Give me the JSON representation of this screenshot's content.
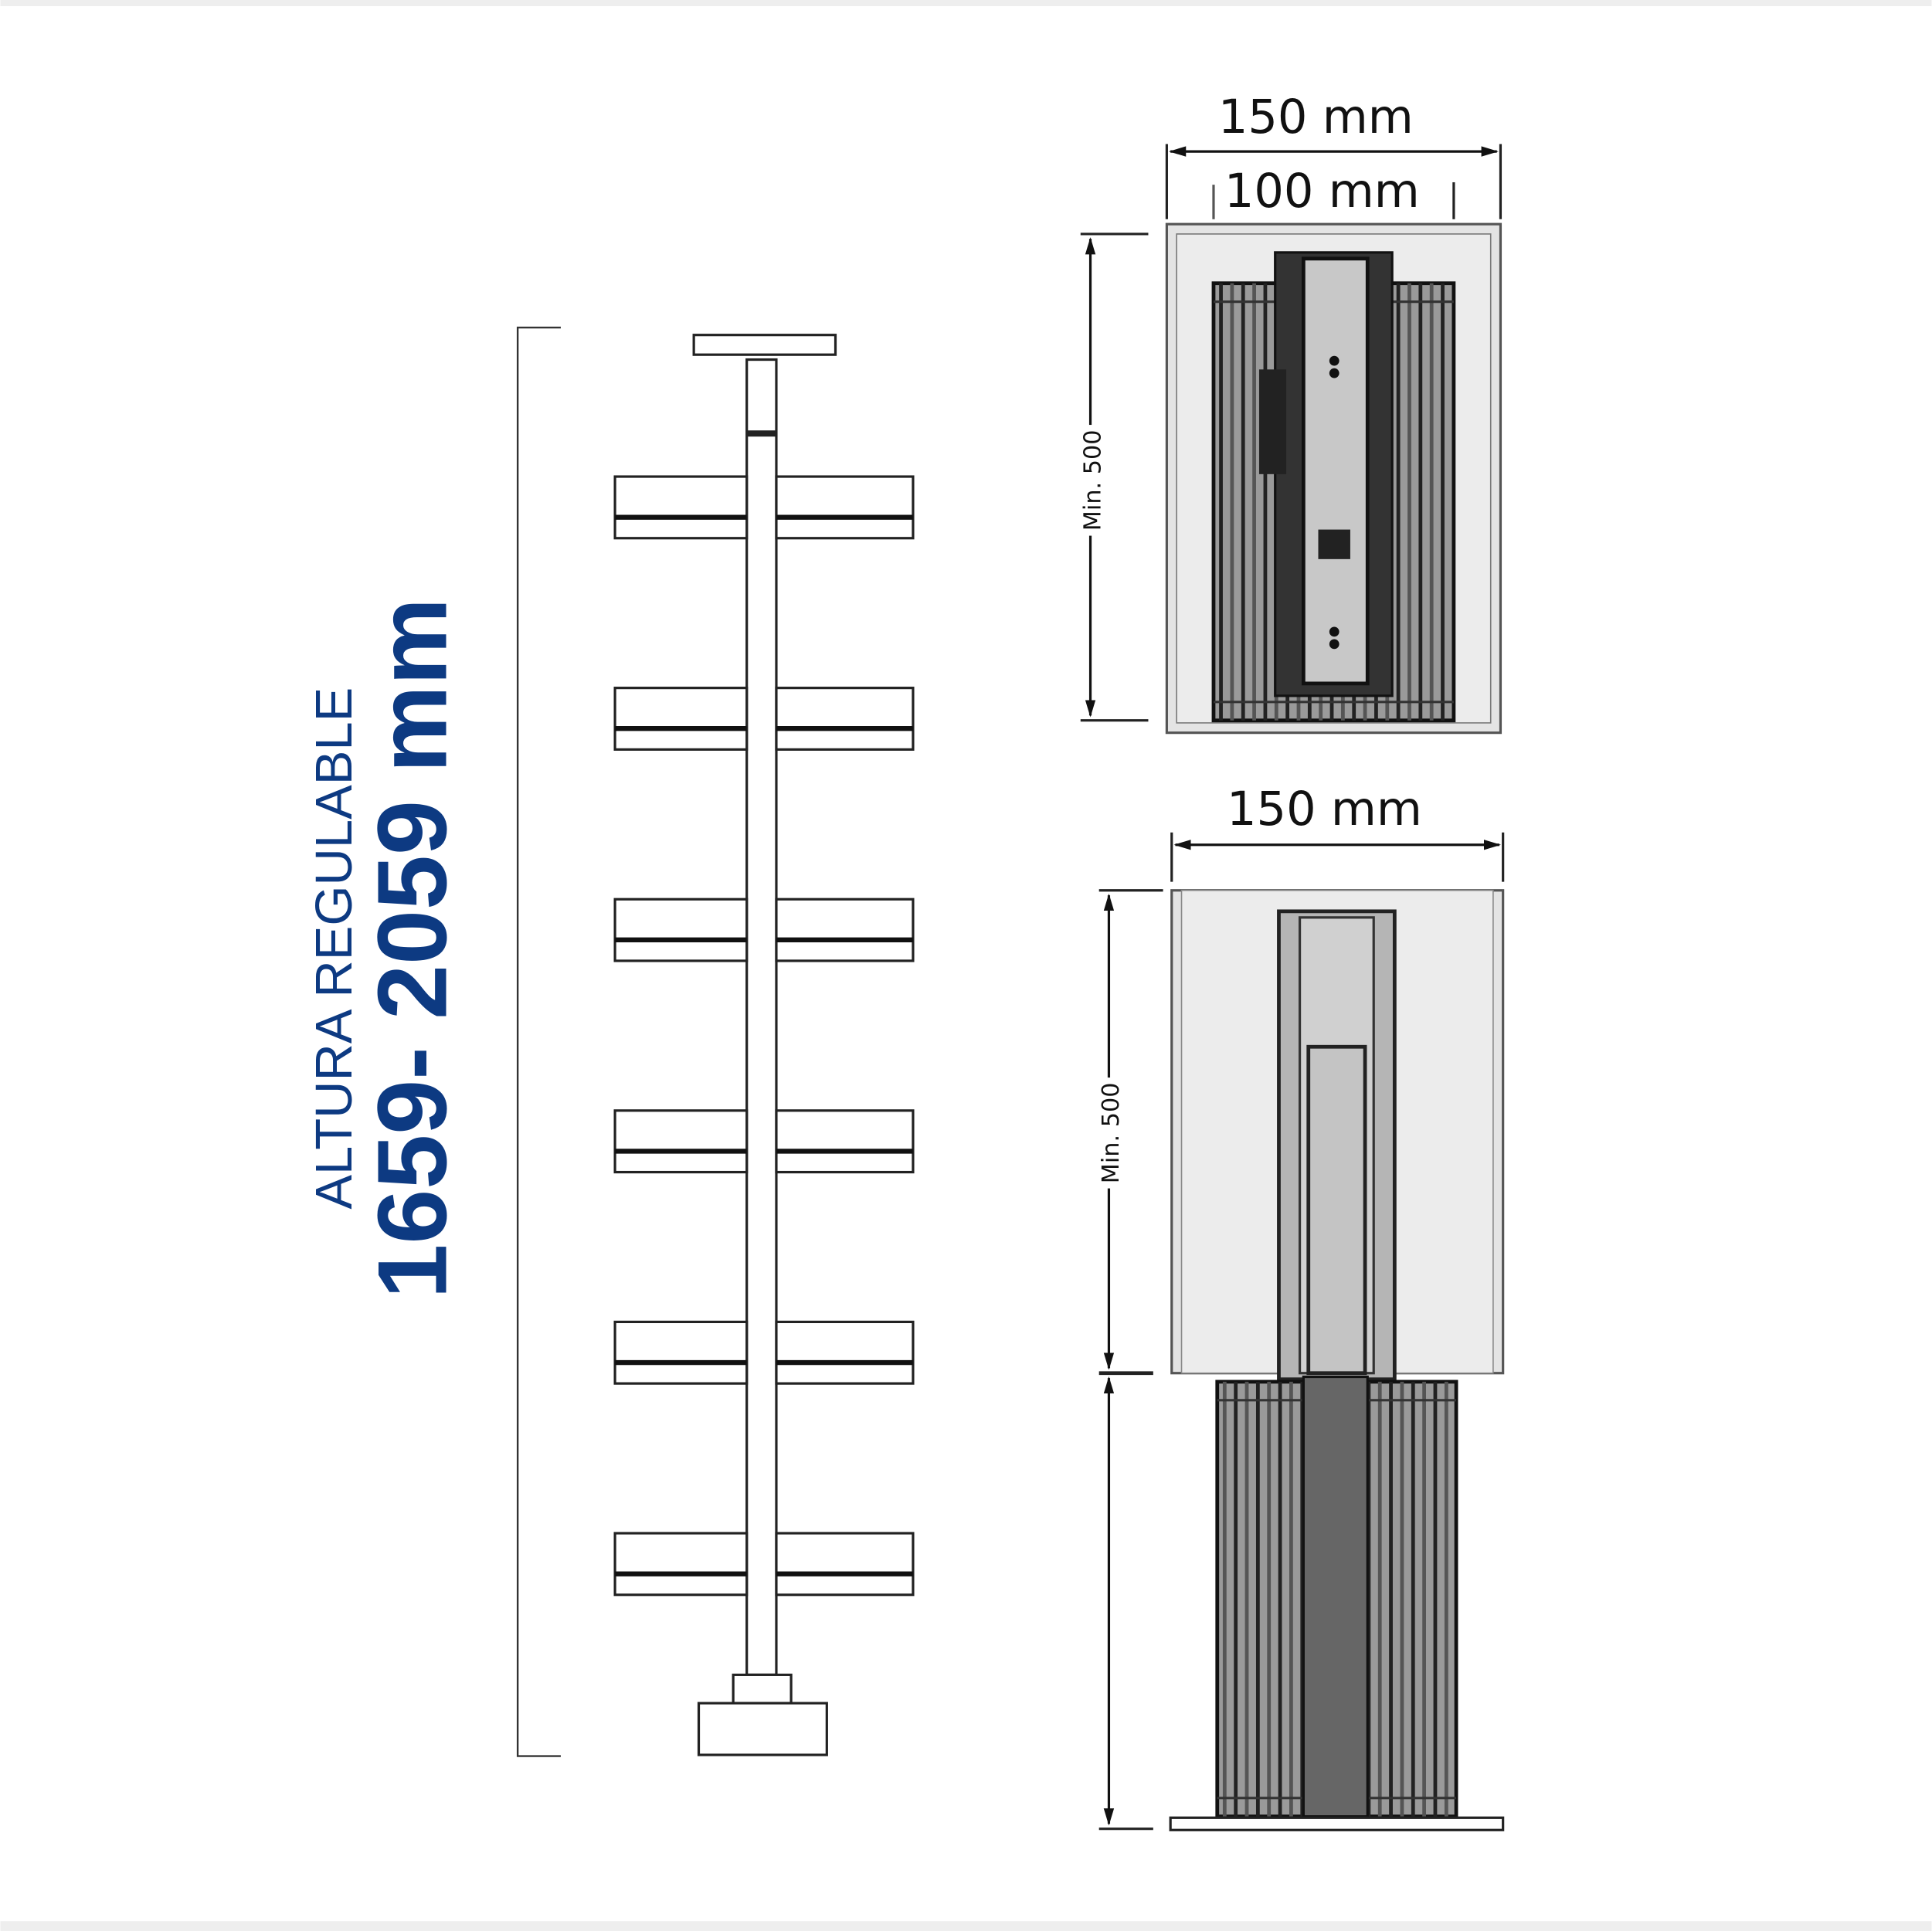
{
  "left_view": {
    "label": "ALTURA REGULABLE",
    "range": "1659- 2059 mm",
    "shelf_count": 6
  },
  "top_view": {
    "outer_width": "150 mm",
    "inner_width": "100 mm",
    "min_height": "Min. 500"
  },
  "bottom_view": {
    "outer_width": "150 mm",
    "min_height": "Min. 500"
  },
  "colors": {
    "accent": "#0d3a82",
    "cabinet": "#e4e4e4",
    "line": "#222222"
  }
}
